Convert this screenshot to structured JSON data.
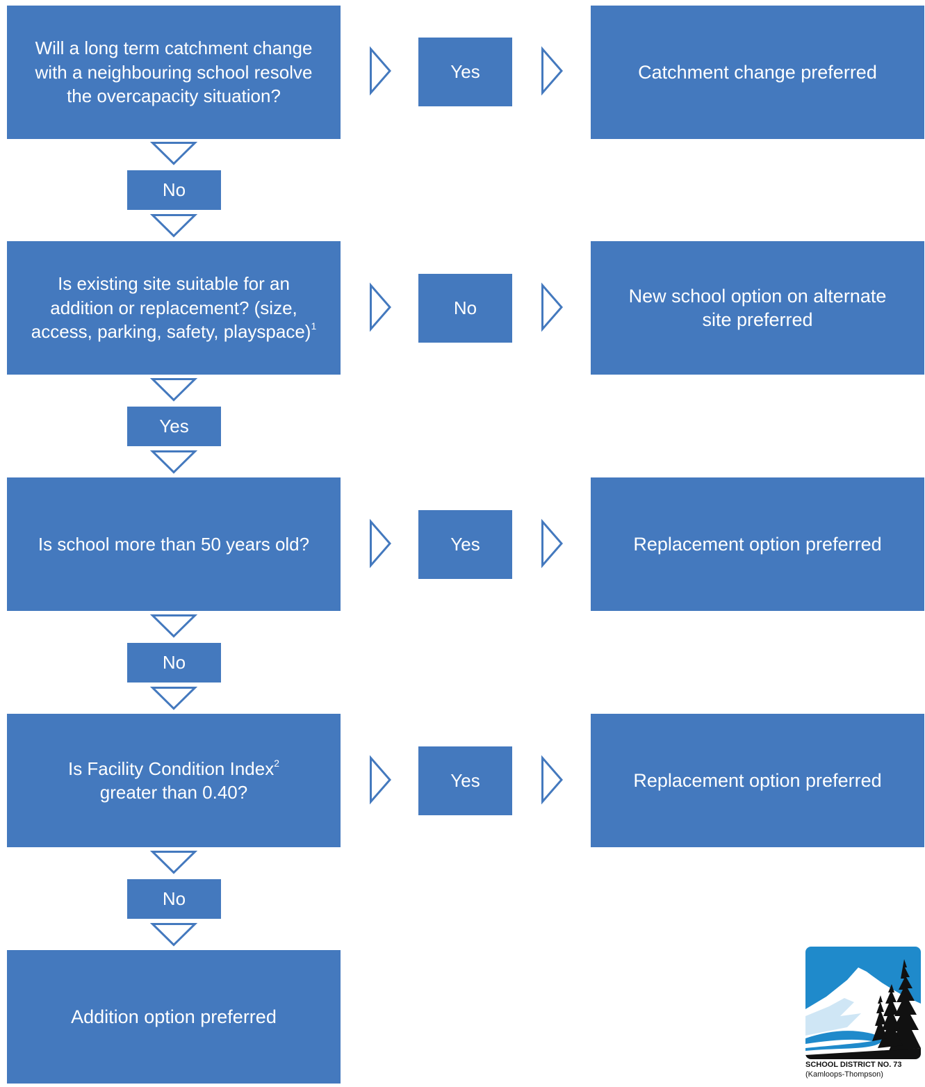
{
  "steps": [
    {
      "question": "Will a long term catchment change with a neighbouring school resolve the overcapacity situation?",
      "branch_label": "Yes",
      "result": "Catchment change preferred",
      "next_label": "No"
    },
    {
      "question": "Is existing site suitable for an addition or replacement? (size, access, parking, safety, playspace)",
      "question_footnote": "1",
      "branch_label": "No",
      "result": "New school option on alternate site preferred",
      "next_label": "Yes"
    },
    {
      "question": "Is school more than 50 years old?",
      "branch_label": "Yes",
      "result": "Replacement option preferred",
      "next_label": "No"
    },
    {
      "question_part1": "Is Facility Condition Index",
      "question_footnote": "2",
      "question_part2": "greater than 0.40?",
      "branch_label": "Yes",
      "result": "Replacement option preferred",
      "next_label": "No"
    }
  ],
  "final_result": "Addition option preferred",
  "logo": {
    "title": "SCHOOL DISTRICT NO. 73",
    "subtitle": "(Kamloops-Thompson)"
  },
  "colors": {
    "box_fill": "#4479BE",
    "arrow_stroke": "#4479BE",
    "text": "#ffffff"
  }
}
